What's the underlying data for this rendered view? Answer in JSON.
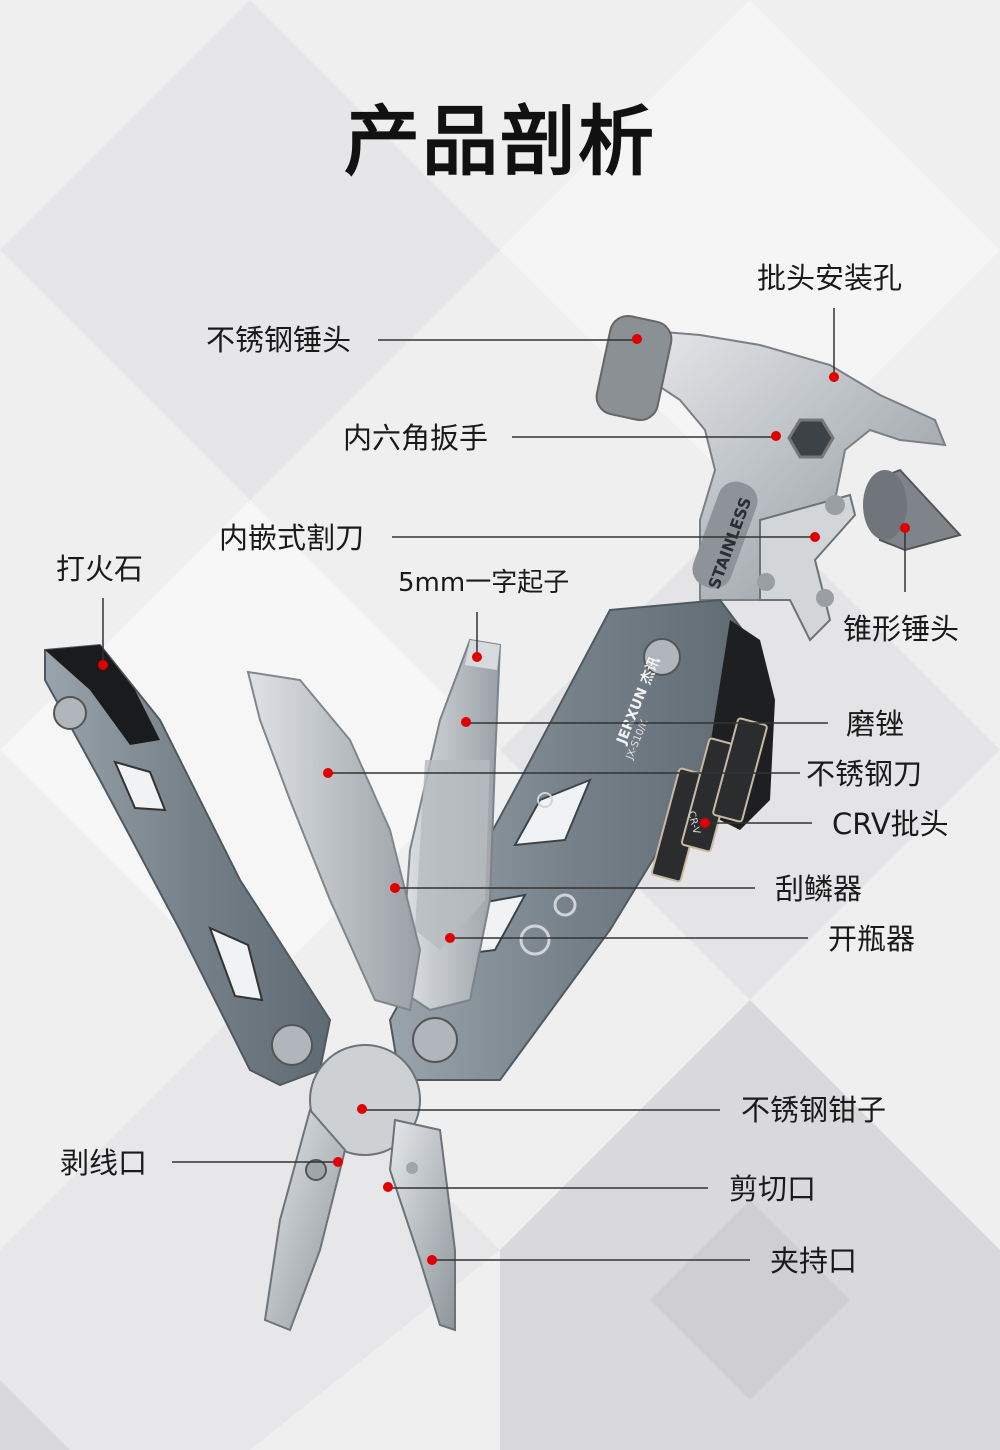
{
  "title": "产品剖析",
  "brand": {
    "name": "JERXUN 杰讯",
    "model": "JX-S10/K"
  },
  "engraving": "STAINLESS",
  "bit_markings": "CR-V",
  "labels": {
    "stainless_hammer": "不锈钢锤头",
    "bit_hole": "批头安装孔",
    "hex_wrench": "内六角扳手",
    "inline_cutter": "内嵌式割刀",
    "fire_starter": "打火石",
    "flat_screwdriver": "5mm一字起子",
    "cone_hammer": "锥形锤头",
    "file": "磨锉",
    "stainless_knife": "不锈钢刀",
    "crv_bits": "CRV批头",
    "scale_scraper": "刮鳞器",
    "bottle_opener": "开瓶器",
    "stainless_pliers": "不锈钢钳子",
    "wire_stripper": "剥线口",
    "cutter": "剪切口",
    "gripper": "夹持口"
  },
  "colors": {
    "dot": "#e00000",
    "line": "#333333",
    "handle": "#7f8a93",
    "steel": "#c9cdd0",
    "background": "#eeeeef"
  }
}
